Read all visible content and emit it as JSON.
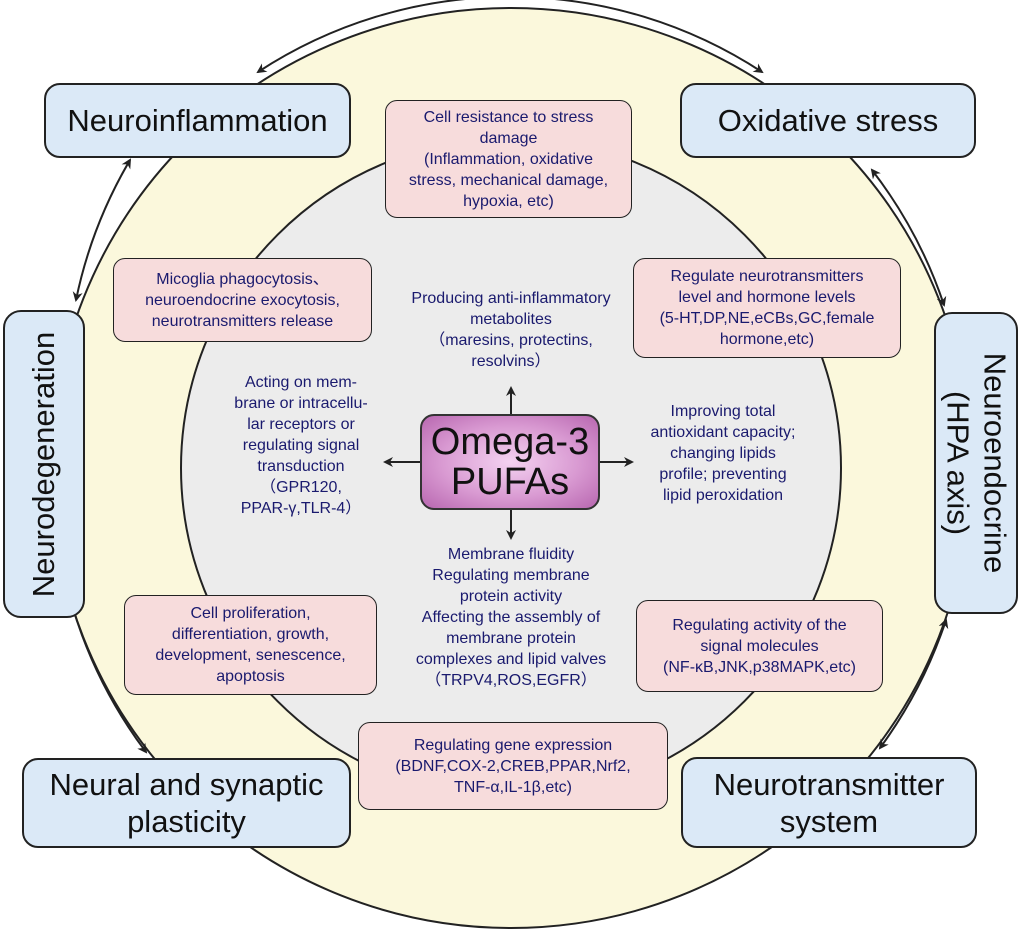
{
  "colors": {
    "outer_circle": "#fbf8dc",
    "inner_circle": "#ececec",
    "outer_box": "#dbe9f7",
    "pink_box": "#f7dcdc",
    "center_box": "#d99ad2",
    "text_blue": "#1a1a6e"
  },
  "center": {
    "lines": [
      "Omega-3",
      "PUFAs"
    ]
  },
  "outer_boxes": {
    "neuroinflammation": [
      "Neuroinflammation"
    ],
    "oxidative_stress": [
      "Oxidative stress"
    ],
    "neurodegeneration": [
      "Neurodegeneration"
    ],
    "neuroendocrine": [
      "Neuroendocrine",
      "(HPA axis)"
    ],
    "neural_plasticity": [
      "Neural and synaptic",
      "plasticity"
    ],
    "neurotransmitter_system": [
      "Neurotransmitter",
      "system"
    ]
  },
  "pink_boxes": {
    "stress_resistance": [
      "Cell resistance to stress",
      "damage",
      "(Inflammation, oxidative",
      "stress, mechanical damage,",
      "hypoxia, etc)"
    ],
    "microglia": [
      "Micoglia phagocytosis、",
      "neuroendocrine exocytosis,",
      "neurotransmitters release"
    ],
    "neurotransmitter_levels": [
      "Regulate neurotransmitters",
      "level and hormone levels",
      "(5-HT,DP,NE,eCBs,GC,female",
      "hormone,etc)"
    ],
    "cell_proliferation": [
      "Cell proliferation,",
      "differentiation, growth,",
      "development, senescence,",
      "apoptosis"
    ],
    "signal_molecules": [
      "Regulating activity of the",
      "signal molecules",
      "(NF-κB,JNK,p38MAPK,etc)"
    ],
    "gene_expression": [
      "Regulating gene expression",
      "(BDNF,COX-2,CREB,PPAR,Nrf2,",
      "TNF-α,IL-1β,etc)"
    ]
  },
  "mid_texts": {
    "anti_inflammatory": [
      "Producing anti-inflammatory",
      "metabolites",
      "（maresins, protectins,",
      "resolvins）"
    ],
    "receptors": [
      "Acting on mem-",
      "brane or intracellu-",
      "lar receptors or",
      "regulating signal",
      "transduction",
      "（GPR120,",
      "PPAR-γ,TLR-4）"
    ],
    "antioxidant": [
      "Improving total",
      "antioxidant capacity;",
      "changing lipids",
      "profile; preventing",
      "lipid peroxidation"
    ],
    "membrane": [
      "Membrane fluidity",
      "Regulating membrane",
      "protein activity",
      "Affecting the assembly of",
      "membrane protein",
      "complexes and lipid valves",
      "（TRPV4,ROS,EGFR）"
    ]
  }
}
